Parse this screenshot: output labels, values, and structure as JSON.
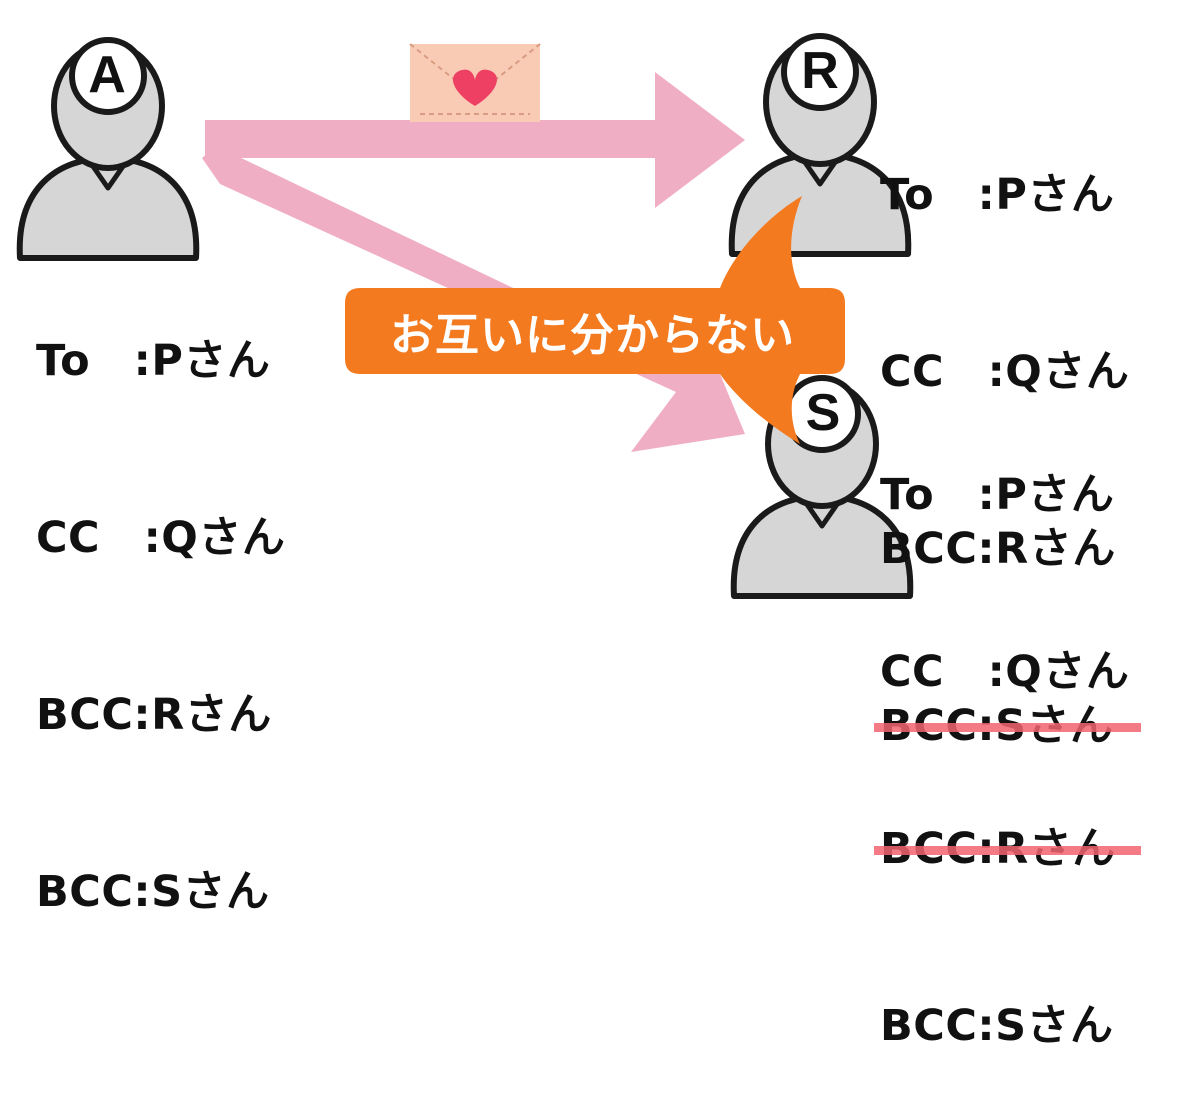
{
  "persons": [
    {
      "letter": "A",
      "lines": [
        "To　:Pさん",
        "CC　:Qさん",
        "BCC:Rさん",
        "BCC:Sさん"
      ],
      "struck_line": null
    },
    {
      "letter": "R",
      "lines": [
        "To　:Pさん",
        "CC　:Qさん",
        "BCC:Rさん",
        "BCC:Sさん"
      ],
      "struck_line": 3
    },
    {
      "letter": "S",
      "lines": [
        "To　:Pさん",
        "CC　:Qさん",
        "BCC:Rさん",
        "BCC:Sさん"
      ],
      "struck_line": 2
    }
  ],
  "callout": "お互いに分からない",
  "colors": {
    "arrow": "#efaec4",
    "callout": "#f47a20",
    "envelope": "#f9cbb4",
    "heart": "#ee4063",
    "strike": "#f26470",
    "person_fill": "#d6d6d6",
    "person_stroke": "#1a1a1a"
  },
  "icons": {
    "envelope": "love-letter-envelope-icon",
    "person": "person-silhouette-icon"
  }
}
